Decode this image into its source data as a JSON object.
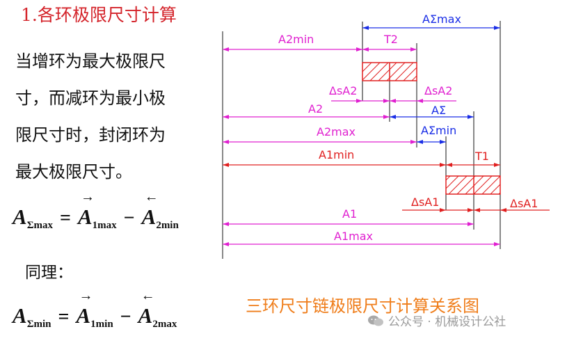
{
  "title": "1.各环极限尺寸计算",
  "paragraph_lines": [
    "当增环为最大极限尺",
    "寸，而减环为最小极",
    "限尺寸时，封闭环为",
    "最大极限尺寸。"
  ],
  "formula_max": {
    "lhs_letter": "A",
    "lhs_sub": "Σmax",
    "eq": "=",
    "t1_arrow": "→",
    "t1_letter": "A",
    "t1_sub": "1max",
    "minus": "−",
    "t2_arrow": "←",
    "t2_letter": "A",
    "t2_sub": "2min"
  },
  "same_label": "同理：",
  "formula_min": {
    "lhs_letter": "A",
    "lhs_sub": "Σmin",
    "eq": "=",
    "t1_arrow": "→",
    "t1_letter": "A",
    "t1_sub": "1min",
    "minus": "−",
    "t2_arrow": "←",
    "t2_letter": "A",
    "t2_sub": "2max"
  },
  "diagram_labels": {
    "a_sigma_max": "AΣmax",
    "a2min": "A2min",
    "t2": "T2",
    "ds_a2_left": "ΔsA2",
    "ds_a2_right": "ΔsA2",
    "a2": "A2",
    "a_sigma": "AΣ",
    "a2max": "A2max",
    "a_sigma_min": "AΣmin",
    "a1min": "A1min",
    "t1": "T1",
    "ds_a1_left": "ΔsA1",
    "ds_a1_right": "ΔsA1",
    "a1": "A1",
    "a1max": "A1max"
  },
  "caption": "三环尺寸链极限尺寸计算关系图",
  "watermark": "公众号 · 机械设计公社",
  "colors": {
    "title": "#d4232a",
    "magenta": "#e020d0",
    "blue": "#1a2ee6",
    "red": "#e02020",
    "caption": "#ef7d1a",
    "watermark": "#9a9a9a"
  }
}
